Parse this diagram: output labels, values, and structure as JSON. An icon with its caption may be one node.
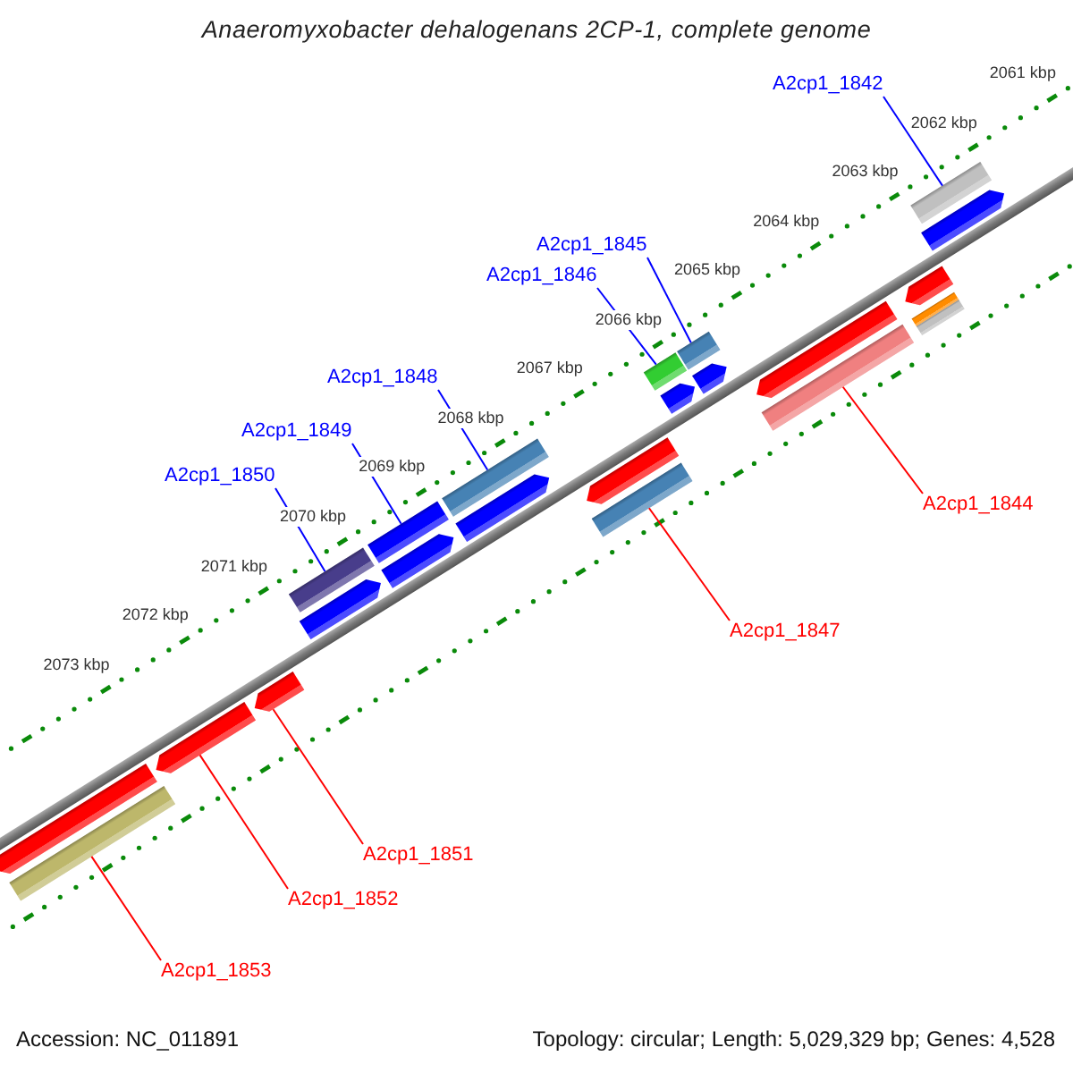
{
  "diagram": {
    "title": "Anaeromyxobacter dehalogenans 2CP-1, complete genome",
    "nodes": [
      {
        "text": [
          "A2cp1_1842"
        ]
      },
      {
        "text": [
          "A2cp1_1845"
        ]
      },
      {
        "text": [
          "A2cp1_1846"
        ]
      },
      {
        "text": [
          "A2cp1_1848"
        ]
      },
      {
        "text": [
          "A2cp1_1849"
        ]
      },
      {
        "text": [
          "A2cp1_1850"
        ]
      },
      {
        "text": [
          "A2cp1_1844"
        ]
      },
      {
        "text": [
          "A2cp1_1847"
        ]
      },
      {
        "text": [
          "A2cp1_1851"
        ]
      },
      {
        "text": [
          "A2cp1_1852"
        ]
      },
      {
        "text": [
          "A2cp1_1853"
        ]
      },
      {
        "text": [],
        "shape": "pentagon"
      },
      {
        "text": [],
        "shape": "bar"
      },
      {
        "text": [],
        "shape": "pentagon"
      },
      {
        "text": [],
        "shape": "pentagon"
      },
      {
        "text": [],
        "shape": "bar"
      },
      {
        "text": [],
        "shape": "pentagon"
      },
      {
        "text": [],
        "shape": "bar"
      },
      {
        "text": [],
        "shape": "pentagon"
      },
      {
        "text": [],
        "shape": "bar"
      },
      {
        "text": [],
        "shape": "pentagon"
      },
      {
        "text": [],
        "shape": "pentagon"
      },
      {
        "text": [],
        "shape": "bar"
      },
      {
        "text": [],
        "shape": "bar"
      },
      {
        "text": [],
        "shape": "pentagon"
      },
      {
        "text": [],
        "shape": "bar"
      },
      {
        "text": [],
        "shape": "pentagon"
      },
      {
        "text": [],
        "shape": "pentagon"
      },
      {
        "text": [],
        "shape": "bar"
      },
      {
        "text": [],
        "shape": "pentagon"
      },
      {
        "text": [],
        "shape": "bar"
      },
      {
        "text": [],
        "shape": "bar"
      },
      {
        "text": [],
        "shape": "bar"
      },
      {
        "text": [],
        "shape": "pentagon"
      }
    ],
    "edges": [
      {
        "from": 0,
        "to": 31,
        "arrow": "none"
      },
      {
        "from": 1,
        "to": 25,
        "arrow": "none"
      },
      {
        "from": 2,
        "to": 23,
        "arrow": "none"
      },
      {
        "from": 3,
        "to": 19,
        "arrow": "none"
      },
      {
        "from": 4,
        "to": 17,
        "arrow": "none"
      },
      {
        "from": 5,
        "to": 15,
        "arrow": "none"
      },
      {
        "from": 6,
        "to": 28,
        "arrow": "none",
        "color": "#ff0000"
      },
      {
        "from": 7,
        "to": 22,
        "arrow": "none",
        "color": "#ff0000"
      },
      {
        "from": 8,
        "to": 14,
        "arrow": "none",
        "color": "#ff0000"
      },
      {
        "from": 9,
        "to": 13,
        "arrow": "none",
        "color": "#ff0000"
      },
      {
        "from": 10,
        "to": 12,
        "arrow": "none",
        "color": "#ff0000"
      }
    ],
    "labels": [
      "2061 kbp",
      "2062 kbp",
      "2063 kbp",
      "2064 kbp",
      "2065 kbp",
      "2066 kbp",
      "2067 kbp",
      "2068 kbp",
      "2069 kbp",
      "2070 kbp",
      "2071 kbp",
      "2072 kbp",
      "2073 kbp",
      "Accession: NC_011891",
      "Topology: circular; Length: 5,029,329 bp; Genes: 4,528"
    ]
  }
}
